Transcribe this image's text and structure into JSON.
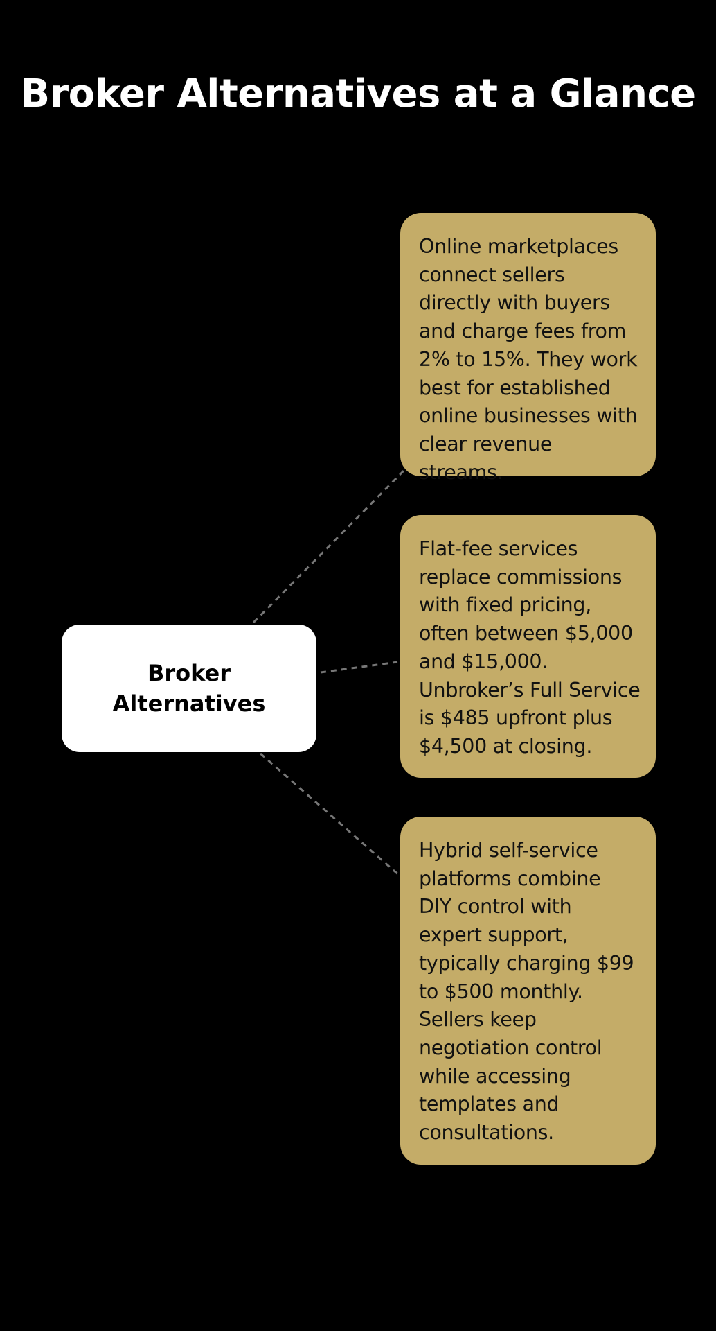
{
  "title": "Broker Alternatives at a Glance",
  "center": {
    "label": "Broker Alternatives"
  },
  "items": [
    {
      "text": "Online marketplaces\nconnect sellers\ndirectly with buyers\nand charge fees from\n2% to 15%. They work\nbest for established\nonline businesses with\nclear revenue streams."
    },
    {
      "text": "Flat-fee services\nreplace commissions\nwith fixed pricing,\noften between $5,000\nand $15,000.\nUnbroker’s Full Service\nis $485 upfront plus\n$4,500 at closing."
    },
    {
      "text": "Hybrid self-service\nplatforms combine\nDIY control with\nexpert support,\ntypically charging $99\nto $500 monthly.\nSellers keep\nnegotiation control\nwhile accessing\ntemplates and\nconsultations."
    }
  ],
  "colors": {
    "background": "#000000",
    "center_fill": "#ffffff",
    "leaf_fill": "#c4ac68",
    "connector": "#777777"
  }
}
